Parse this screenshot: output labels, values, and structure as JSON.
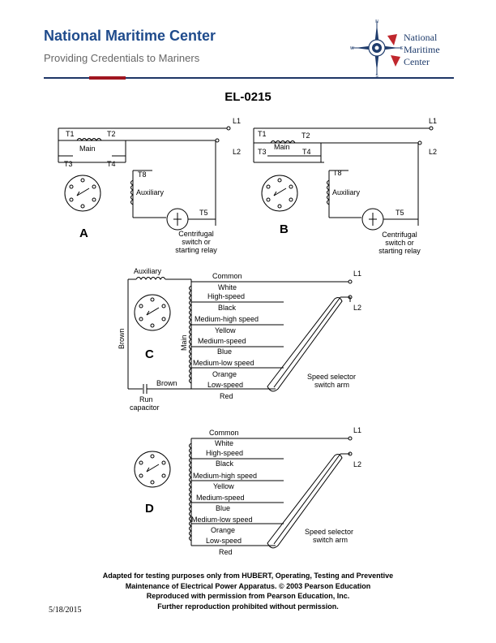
{
  "header": {
    "org_name": "National Maritime Center",
    "tagline": "Providing Credentials to Mariners",
    "logo_line1": "National",
    "logo_line2": "Maritime",
    "logo_line3": "Center",
    "logo_compass_n": "N",
    "logo_compass_s": "S",
    "logo_compass_e": "E",
    "logo_compass_w": "W"
  },
  "document_id": "EL-0215",
  "diagrams": {
    "A": {
      "label": "A",
      "line1": "L1",
      "line2": "L2",
      "t1": "T1",
      "t2": "T2",
      "t3": "T3",
      "t4": "T4",
      "t5": "T5",
      "t8": "T8",
      "main": "Main",
      "auxiliary": "Auxiliary",
      "relay_l1": "Centrifugal",
      "relay_l2": "switch or",
      "relay_l3": "starting relay"
    },
    "B": {
      "label": "B",
      "line1": "L1",
      "line2": "L2",
      "t1": "T1",
      "t2": "T2",
      "t3": "T3",
      "t4": "T4",
      "t5": "T5",
      "t8": "T8",
      "main": "Main",
      "auxiliary": "Auxiliary",
      "relay_l1": "Centrifugal",
      "relay_l2": "switch or",
      "relay_l3": "starting relay"
    },
    "C": {
      "label": "C",
      "auxiliary": "Auxiliary",
      "main": "Main",
      "brown_vertical": "Brown",
      "brown_label": "Brown",
      "run_l1": "Run",
      "run_l2": "capacitor",
      "line1": "L1",
      "line2": "L2",
      "taps": [
        "Common",
        "White",
        "High-speed",
        "Black",
        "Medium-high speed",
        "Yellow",
        "Medium-speed",
        "Blue",
        "Medium-low speed",
        "Orange",
        "Low-speed",
        "Red"
      ],
      "selector_l1": "Speed selector",
      "selector_l2": "switch arm"
    },
    "D": {
      "label": "D",
      "line1": "L1",
      "line2": "L2",
      "taps": [
        "Common",
        "White",
        "High-speed",
        "Black",
        "Medium-high speed",
        "Yellow",
        "Medium-speed",
        "Blue",
        "Medium-low speed",
        "Orange",
        "Low-speed",
        "Red"
      ],
      "selector_l1": "Speed selector",
      "selector_l2": "switch arm"
    }
  },
  "caption": {
    "line1": "Adapted for testing purposes only from HUBERT, Operating, Testing and Preventive",
    "line2": "Maintenance of Electrical Power Apparatus. © 2003 Pearson Education",
    "line3": "Reproduced with permission from Pearson Education, Inc.",
    "line4": "Further reproduction prohibited without permission."
  },
  "footer": {
    "date": "5/18/2015"
  }
}
